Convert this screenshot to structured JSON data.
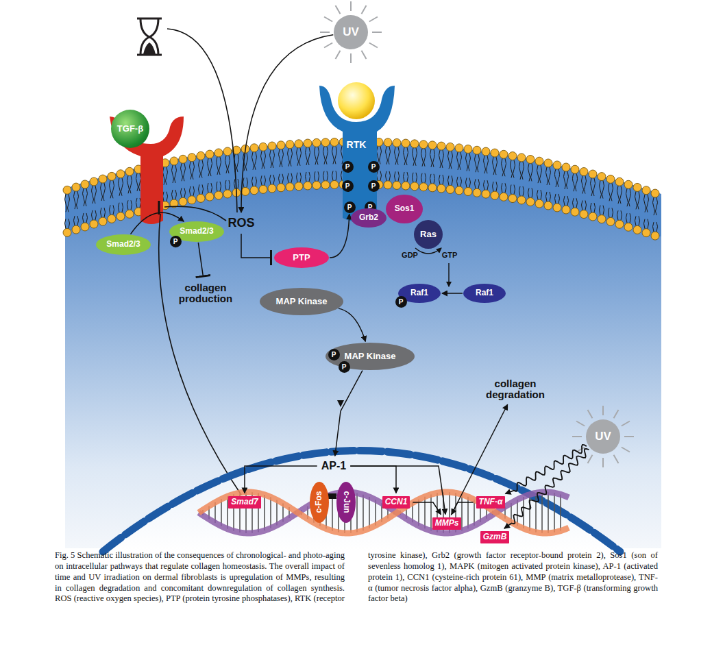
{
  "diagram": {
    "caption": "Fig. 5 Schematic illustration of the consequences of chronological- and photo-aging on intracellular pathways that regulate collagen homeostasis. The overall impact of time and UV irradiation on dermal fibroblasts is upregulation of MMPs, resulting in collagen degradation and concomitant downregulation of collagen synthesis. ROS (reactive oxygen species), PTP (protein tyrosine phosphatases), RTK (receptor tyrosine kinase), Grb2 (growth factor receptor-bound protein 2), Sos1 (son of sevenless homolog 1), MAPK (mitogen activated protein kinase), AP-1 (activated protein 1), CCN1 (cysteine-rich protein 61), MMP (matrix metalloprotease), TNF- α (tumor necrosis factor alpha), GzmB (granzyme B), TGF-β (transforming growth factor beta)",
    "nodes": [
      {
        "text": [
          "UV"
        ]
      },
      {
        "text": [
          "TGF-β"
        ]
      },
      {
        "text": [
          "RTK"
        ]
      },
      {
        "text": [
          "P"
        ]
      },
      {
        "text": [
          "P"
        ]
      },
      {
        "text": [
          "P"
        ]
      },
      {
        "text": [
          "P"
        ]
      },
      {
        "text": [
          "P"
        ]
      },
      {
        "text": [
          "P"
        ]
      },
      {
        "text": [
          "Grb2"
        ]
      },
      {
        "text": [
          "Sos1"
        ]
      },
      {
        "text": [
          "Ras"
        ]
      },
      {
        "text": [
          "Smad2/3"
        ]
      },
      {
        "text": [
          "Smad2/3"
        ]
      },
      {
        "text": [
          "P"
        ]
      },
      {
        "text": [
          "ROS"
        ]
      },
      {
        "text": [
          "PTP"
        ]
      },
      {
        "text": [
          "collagen production"
        ]
      },
      {
        "text": [
          "Raf1"
        ]
      },
      {
        "text": [
          "P"
        ]
      },
      {
        "text": [
          "Raf1"
        ]
      },
      {
        "text": [
          "MAP Kinase"
        ]
      },
      {
        "text": [
          "MAP Kinase"
        ]
      },
      {
        "text": [
          "P"
        ]
      },
      {
        "text": [
          "P"
        ]
      },
      {
        "text": [
          "collagen degradation"
        ]
      },
      {
        "text": [
          "UV"
        ]
      },
      {
        "text": [
          "AP-1"
        ]
      },
      {
        "text": [
          "Smad7"
        ]
      },
      {
        "text": [
          "c-Fos"
        ]
      },
      {
        "text": [
          "c-Jun"
        ]
      },
      {
        "text": [
          "CCN1"
        ]
      },
      {
        "text": [
          "MMPs"
        ]
      },
      {
        "text": [
          "TNF-α"
        ]
      },
      {
        "text": [
          "GzmB"
        ]
      }
    ],
    "edges": [
      {
        "from": 0,
        "to": 15,
        "arrow": "to"
      },
      {
        "from": 15,
        "to": 16,
        "arrow": "to"
      },
      {
        "from": 16,
        "to": 7,
        "arrow": "to"
      },
      {
        "from": 12,
        "to": 13,
        "arrow": "to"
      },
      {
        "from": 13,
        "to": 17,
        "arrow": "to"
      },
      {
        "from": 20,
        "to": 18,
        "arrow": "to"
      },
      {
        "from": 21,
        "to": 22,
        "arrow": "to"
      },
      {
        "from": 22,
        "to": 27,
        "arrow": "to"
      },
      {
        "from": 27,
        "to": 28,
        "arrow": "to"
      },
      {
        "from": 27,
        "to": 31,
        "arrow": "to"
      },
      {
        "from": 27,
        "to": 32,
        "arrow": "to"
      },
      {
        "from": 31,
        "to": 32,
        "arrow": "to"
      },
      {
        "from": 33,
        "to": 32,
        "arrow": "to"
      },
      {
        "from": 32,
        "to": 25,
        "arrow": "to"
      },
      {
        "from": 26,
        "to": 33,
        "arrow": "to"
      },
      {
        "from": 26,
        "to": 34,
        "arrow": "to"
      }
    ],
    "labels": [
      "GDP",
      "GTP"
    ]
  }
}
